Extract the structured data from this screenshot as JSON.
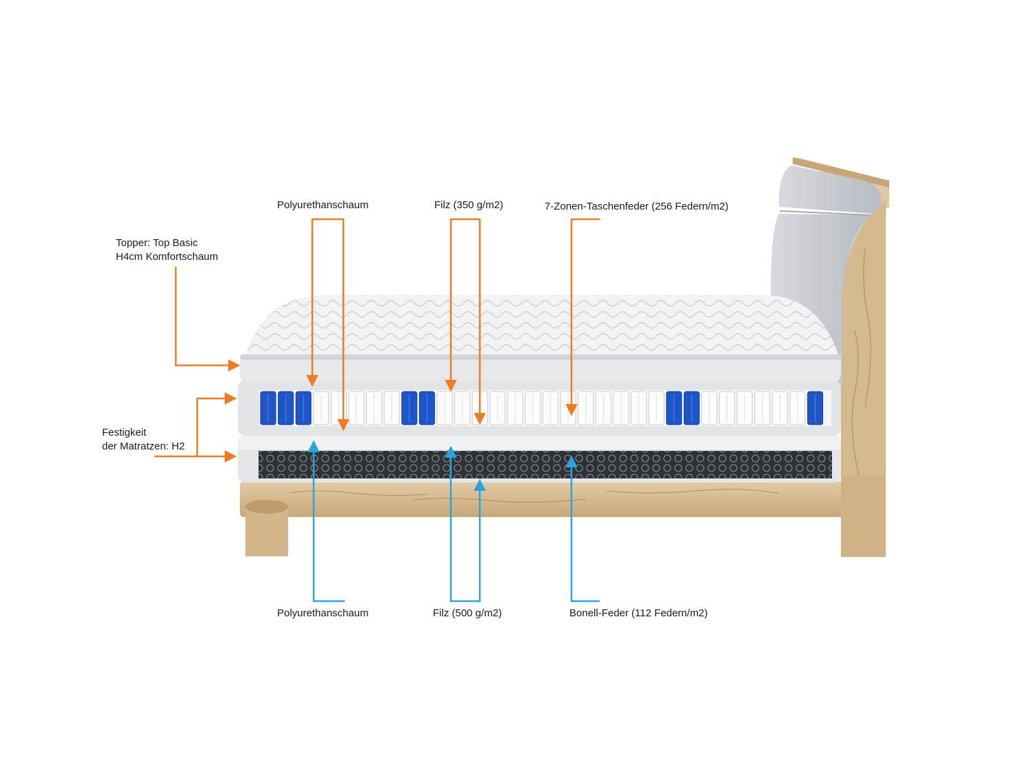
{
  "colors": {
    "orange": "#EF7B23",
    "blue": "#2BA3DC",
    "wood": "#D9BE96",
    "wood_dark": "#B89768",
    "fabric": "#C9CDD2",
    "mattress": "#E9EBED",
    "spring_blue": "#1E55C8"
  },
  "labels": {
    "top_polyurethan": "Polyurethanschaum",
    "top_filz": "Filz (350 g/m2)",
    "top_taschenfeder": "7-Zonen-Taschenfeder (256 Federn/m2)",
    "topper_line1": "Topper: Top Basic",
    "topper_line2": "H4cm Komfortschaum",
    "festigkeit_line1": "Festigkeit",
    "festigkeit_line2": "der Matratzen: H2",
    "bottom_polyurethan": "Polyurethanschaum",
    "bottom_filz": "Filz (500 g/m2)",
    "bottom_bonell": "Bonell-Feder (112 Federn/m2)"
  }
}
